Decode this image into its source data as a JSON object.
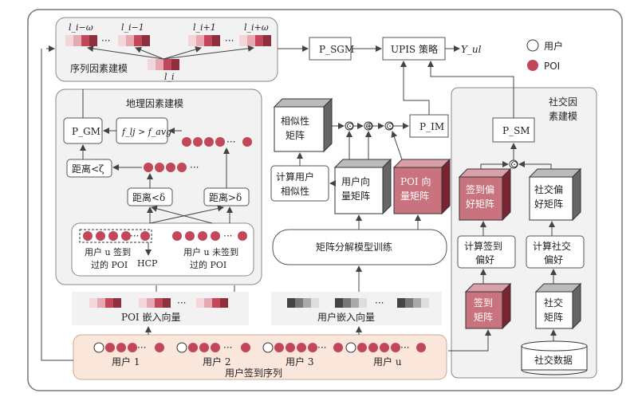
{
  "sequence_module": {
    "title": "序列因素建模",
    "labels": [
      "l_i−ω",
      "l_i−1",
      "l_i+1",
      "l_i+ω"
    ],
    "center_label": "l_i",
    "dots": "···"
  },
  "top_row": {
    "p_sgm": "P_SGM",
    "upis": "UPIS 策略",
    "y_out": "Y_ul"
  },
  "legend": {
    "user": "用户",
    "poi": "POI"
  },
  "geo_module": {
    "title": "地理因素建模",
    "p_gm": "P_GM",
    "favg": "f_lj > f_avg",
    "dist_zeta": "距离<ζ",
    "dist_lt_delta": "距离<δ",
    "dist_gt_delta": "距离>δ",
    "visited": [
      "用户 u 签到",
      "过的 POI"
    ],
    "unvisited": [
      "用户 u 未签到",
      "过的 POI"
    ],
    "hcp": "HCP"
  },
  "middle": {
    "similarity_matrix": [
      "相似性",
      "矩阵"
    ],
    "compute_similarity": [
      "计算用户",
      "相似性"
    ],
    "user_vec_matrix": [
      "用户向",
      "量矩阵"
    ],
    "poi_vec_matrix": [
      "POI 向",
      "量矩阵"
    ],
    "p_im": "P_IM",
    "mf_training": "矩阵分解模型训练",
    "op_dot": "⊙",
    "op_plus": "⊕"
  },
  "social_module": {
    "title": [
      "社交因",
      "素建模"
    ],
    "p_sm": "P_SM",
    "checkin_pref_matrix": [
      "签到偏",
      "好矩阵"
    ],
    "social_pref_matrix": [
      "社交偏",
      "好矩阵"
    ],
    "compute_checkin_pref": [
      "计算签到",
      "偏好"
    ],
    "compute_social_pref": [
      "计算社交",
      "偏好"
    ],
    "checkin_matrix": [
      "签到",
      "矩阵"
    ],
    "social_matrix": [
      "社交",
      "矩阵"
    ],
    "social_data": "社交数据"
  },
  "bottom": {
    "poi_embedding": "POI 嵌入向量",
    "user_embedding": "用户嵌入向量",
    "sequence_title": "用户签到序列",
    "users": [
      "用户 1",
      "用户 2",
      "用户 3",
      "用户 u"
    ],
    "dots": "···"
  },
  "colors": {
    "poi": "#c0485a",
    "poi_dark": "#8e2f3e",
    "matrix_pink": "#c9737f",
    "seq_bg": "#fbe6dc",
    "panel_bg": "#f2f2f2"
  }
}
